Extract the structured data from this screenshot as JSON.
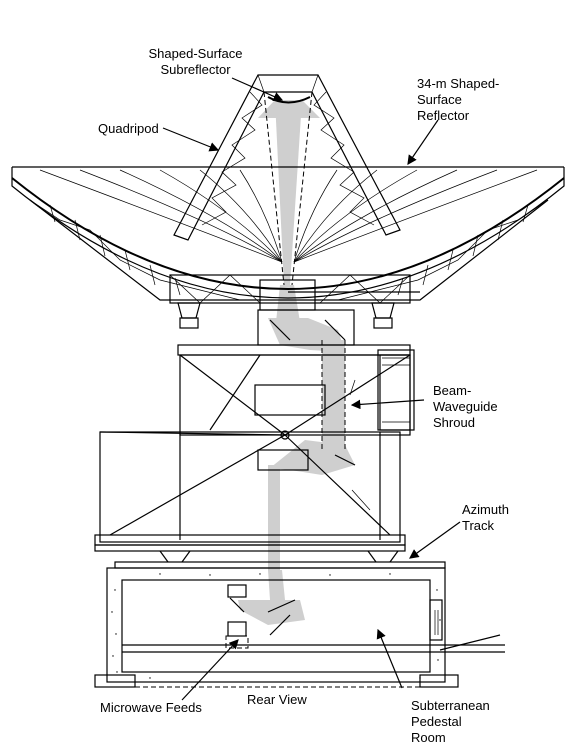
{
  "labels": {
    "subreflector": "Shaped-Surface\nSubreflector",
    "reflector": "34-m Shaped-\nSurface\nReflector",
    "quadripod": "Quadripod",
    "shroud": "Beam-\nWaveguide\nShroud",
    "azimuth_track": "Azimuth\nTrack",
    "microwave_feeds": "Microwave Feeds",
    "rear_view": "Rear View",
    "pedestal_room": "Subterranean\nPedestal\nRoom"
  }
}
